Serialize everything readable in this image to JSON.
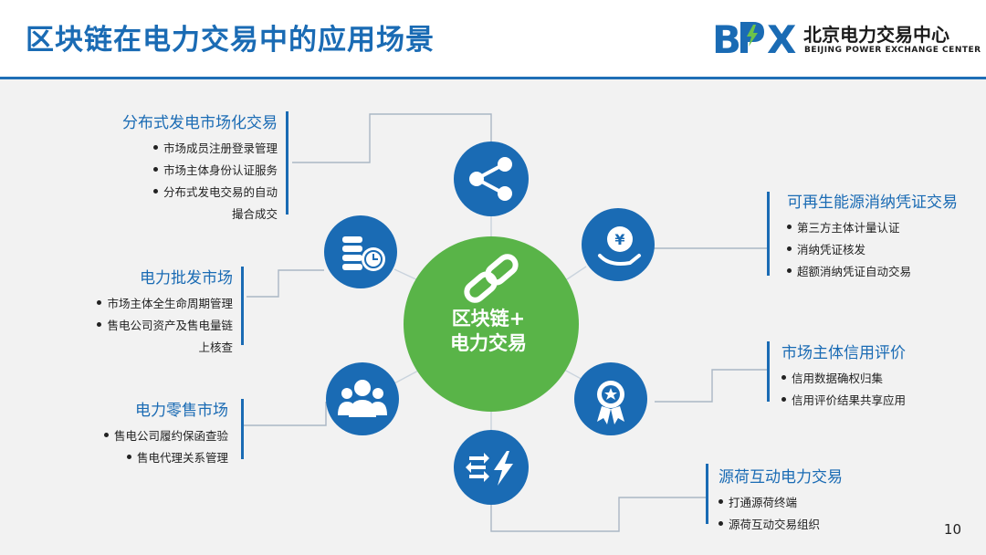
{
  "title": "区块链在电力交易中的应用场景",
  "logo": {
    "mark": "BPX",
    "name_cn": "北京电力交易中心",
    "name_en": "BEIJING POWER EXCHANGE CENTER"
  },
  "center": {
    "line1": "区块链+",
    "line2": "电力交易"
  },
  "groups": {
    "distributed": {
      "title": "分布式发电市场化交易",
      "items": [
        "市场成员注册登录管理",
        "市场主体身份认证服务",
        "分布式发电交易的自动",
        "撮合成交"
      ]
    },
    "wholesale": {
      "title": "电力批发市场",
      "items": [
        "市场主体全生命周期管理",
        "售电公司资产及售电量链",
        "上核查"
      ]
    },
    "retail": {
      "title": "电力零售市场",
      "items": [
        "售电公司履约保函查验",
        "售电代理关系管理"
      ]
    },
    "renewable": {
      "title": "可再生能源消纳凭证交易",
      "items": [
        "第三方主体计量认证",
        "消纳凭证核发",
        "超额消纳凭证自动交易"
      ]
    },
    "credit": {
      "title": "市场主体信用评价",
      "items": [
        "信用数据确权归集",
        "信用评价结果共享应用"
      ]
    },
    "source_load": {
      "title": "源荷互动电力交易",
      "items": [
        "打通源荷终端",
        "源荷互动交易组织"
      ]
    }
  },
  "icons": {
    "top": "share-icon",
    "upper_left": "coins-clock-icon",
    "lower_left": "users-group-icon",
    "bottom": "arrows-lightning-icon",
    "upper_right": "yuan-hand-icon",
    "lower_right": "award-badge-icon",
    "center": "chain-link-icon"
  },
  "colors": {
    "primary_blue": "#1a6bb4",
    "center_green": "#59b448",
    "header_rule": "#1f6fb6"
  },
  "page_number": "10"
}
